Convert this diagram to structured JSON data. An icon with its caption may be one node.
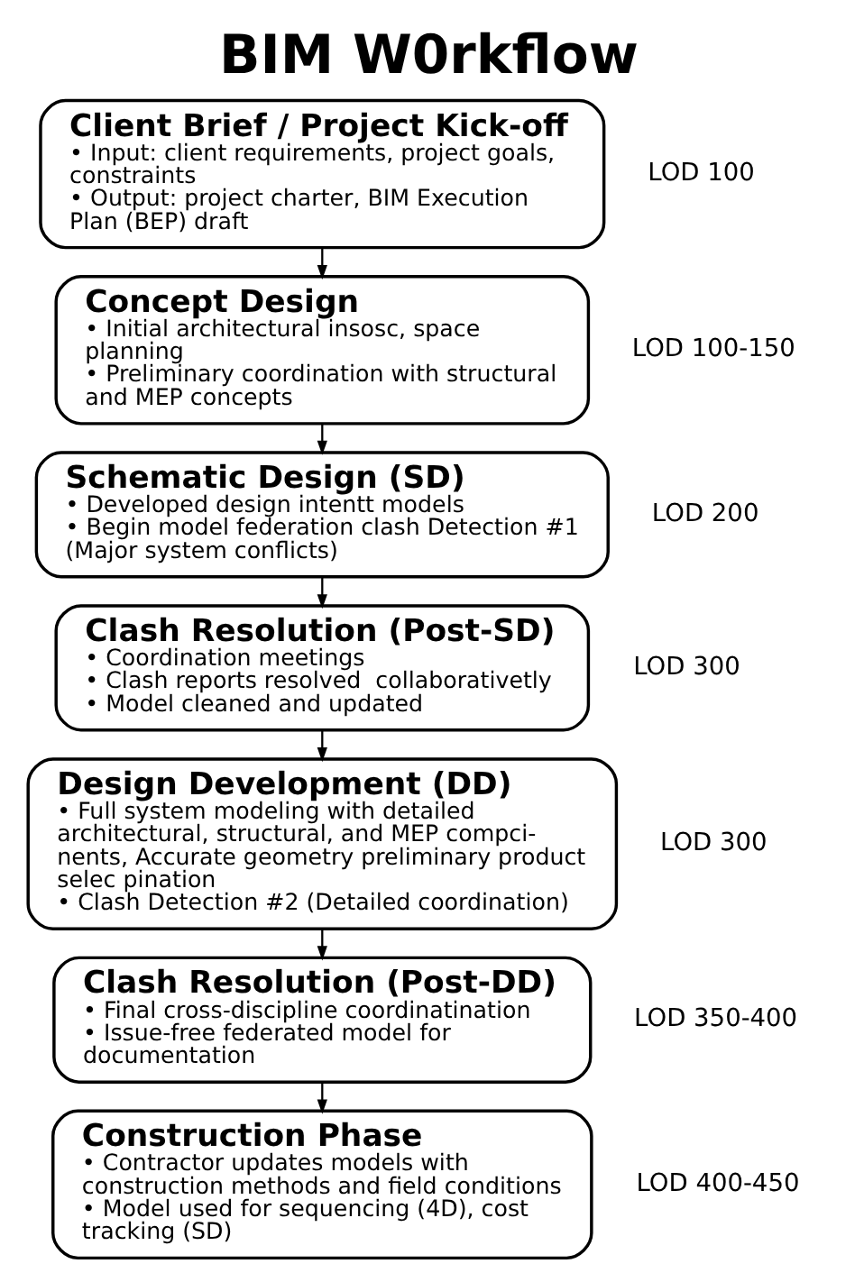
{
  "diagram": {
    "title": "BIM W0rkflow",
    "nodes": [
      {
        "text": [
          "Client Brief / Project Kick-off",
          "• Input: client requirements, project goals, constraints",
          "• Output: project charter, BIM Execution Plan (BEP) draft"
        ],
        "beside": [
          "LOD 100"
        ]
      },
      {
        "text": [
          "Concept Design",
          "• Initial architectural insosc, space planning",
          "• Preliminary coordination with structural and MEP concepts"
        ],
        "beside": [
          "LOD 100-150"
        ]
      },
      {
        "text": [
          "Schematic Design (SD)",
          "• Developed design intentt models",
          "• Begin model federation clash Detection #1 (Major system conflicts)"
        ],
        "beside": [
          "LOD 200"
        ]
      },
      {
        "text": [
          "Clash Resolution (Post-SD)",
          "• Coordination meetings",
          "• Clash reports resolved  collaborativetly",
          "• Model cleaned and updated"
        ],
        "beside": [
          "LOD 300"
        ]
      },
      {
        "text": [
          "Design Development (DD)",
          "• Full system modeling with detailed architectural, structural, and MEP compci- nents, Accurate geometry preliminary product selec pination",
          "• Clash Detection #2 (Detailed coordination)"
        ],
        "beside": [
          "LOD 300"
        ]
      },
      {
        "text": [
          "Clash Resolution (Post-DD)",
          "• Final cross-discipline coordinatination",
          "• Issue-free federated model for documentation"
        ],
        "beside": [
          "LOD 350-400"
        ]
      },
      {
        "text": [
          "Construction Phase",
          "• Contractor updates models with construction methods and field conditions",
          "• Model used for sequencing (4D), cost tracking (SD)"
        ],
        "beside": [
          "LOD 400-450"
        ]
      }
    ],
    "edges": [
      {
        "from": 0,
        "to": 1,
        "arrow": "to"
      },
      {
        "from": 1,
        "to": 2,
        "arrow": "to"
      },
      {
        "from": 2,
        "to": 3,
        "arrow": "to"
      },
      {
        "from": 3,
        "to": 4,
        "arrow": "to"
      },
      {
        "from": 4,
        "to": 5,
        "arrow": "to"
      },
      {
        "from": 5,
        "to": 6,
        "arrow": "to"
      }
    ]
  }
}
